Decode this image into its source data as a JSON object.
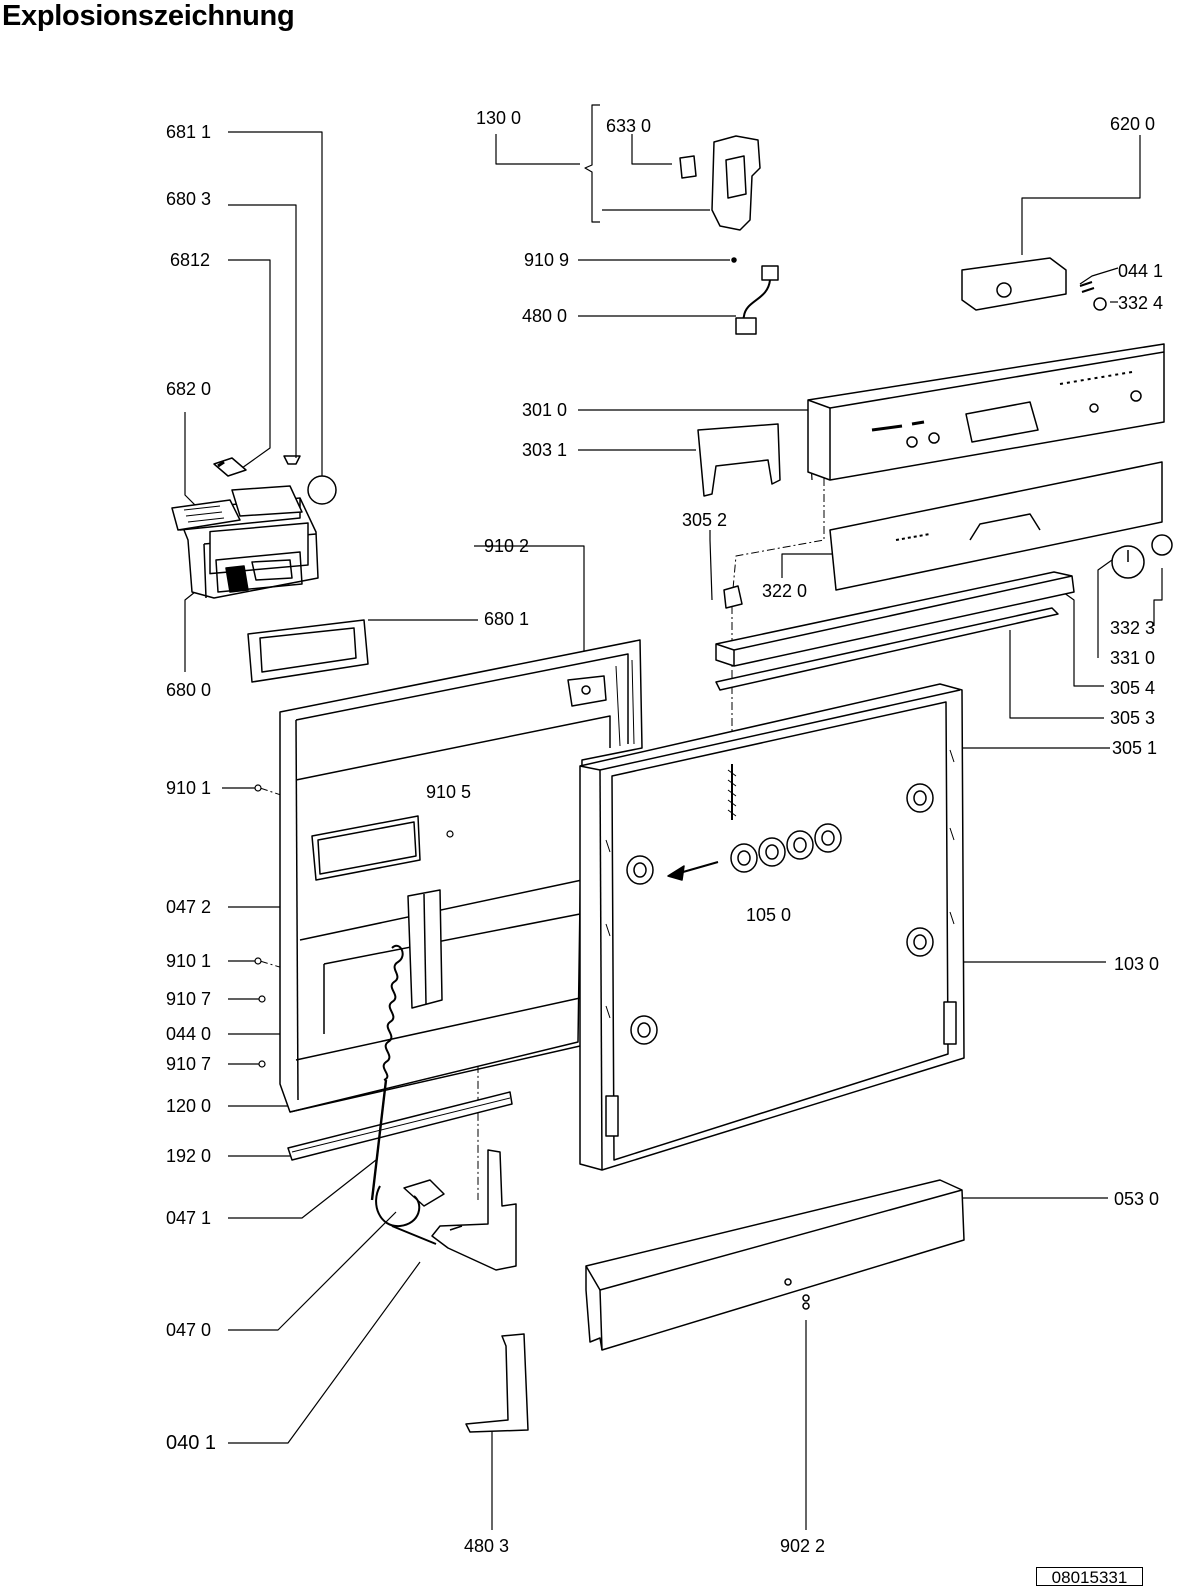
{
  "title": "Explosionszeichnung",
  "doc_number": "08015331",
  "parts": {
    "p6811": "681 1",
    "p6803": "680 3",
    "p6812": "6812",
    "p6820": "682 0",
    "p6800": "680 0",
    "p6801": "680 1",
    "p9101a": "910 1",
    "p9105": "910 5",
    "p0472": "047 2",
    "p9101b": "910 1",
    "p9107a": "910 7",
    "p0440": "044 0",
    "p9107b": "910 7",
    "p1200": "120 0",
    "p1920": "192 0",
    "p0471": "047 1",
    "p0470": "047 0",
    "p0401": "040 1",
    "p4803": "480 3",
    "p9022": "902 2",
    "p1300": "130 0",
    "p6330": "633 0",
    "p9109": "910 9",
    "p4800": "480 0",
    "p3010": "301 0",
    "p3031": "303 1",
    "p3052": "305 2",
    "p9102": "910 2",
    "p3220": "322 0",
    "p6200": "620 0",
    "p0441": "044 1",
    "p3324": "332 4",
    "p3323": "332 3",
    "p3310": "331 0",
    "p3054": "305 4",
    "p3053": "305 3",
    "p3051": "305 1",
    "p1050": "105 0",
    "p1030": "103 0",
    "p0530": "053 0"
  }
}
